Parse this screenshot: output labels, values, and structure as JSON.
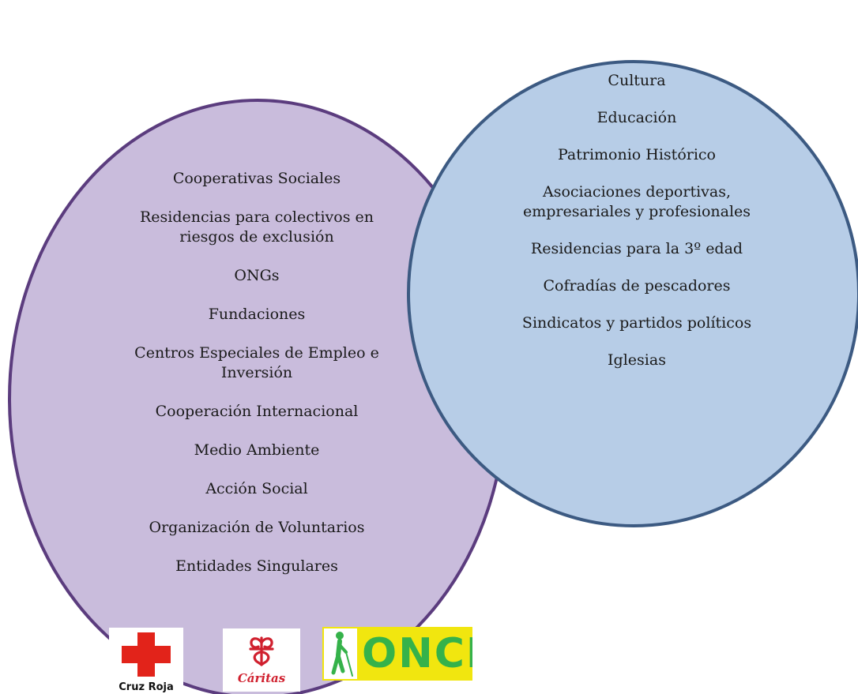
{
  "diagram": {
    "colors": {
      "left_fill": "#c9bcdc",
      "left_stroke": "#5b3c7e",
      "right_fill": "#b7cde7",
      "right_stroke": "#3c5a82"
    },
    "left_circle": {
      "items": [
        "Cooperativas Sociales",
        "Residencias para colectivos en riesgos de exclusión",
        "ONGs",
        "Fundaciones",
        "Centros Especiales de Empleo e Inversión",
        "Cooperación Internacional",
        "Medio Ambiente",
        "Acción Social",
        "Organización de Voluntarios",
        "Entidades Singulares"
      ]
    },
    "right_circle": {
      "items": [
        "Cultura",
        "Educación",
        "Patrimonio Histórico",
        "Asociaciones deportivas, empresariales y profesionales",
        "Residencias para la 3º edad",
        "Cofradías de pescadores",
        "Sindicatos y partidos políticos",
        "Iglesias"
      ]
    }
  },
  "logos": {
    "cruz_roja": {
      "text": "Cruz Roja",
      "color": "#e2231a"
    },
    "caritas": {
      "text": "Cáritas",
      "color": "#d0202e"
    },
    "once": {
      "text": "ONCE",
      "background": "#f1e60f",
      "text_color": "#35b24a"
    }
  }
}
